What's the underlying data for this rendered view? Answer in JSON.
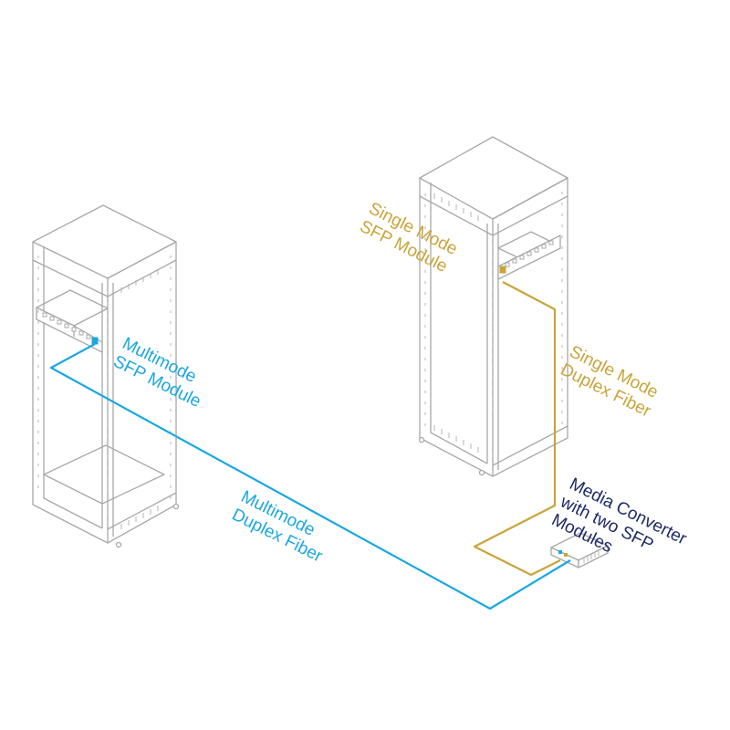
{
  "colors": {
    "multimode": "#1aa7e0",
    "singlemode": "#c9a43a",
    "converter": "#1e2a66",
    "rack": "#a8a8a8"
  },
  "labels": {
    "multimode_sfp": "Multimode\nSFP Module",
    "singlemode_sfp": "Single Mode\nSFP Module",
    "multimode_fiber": "Multimode\nDuplex Fiber",
    "singlemode_fiber": "Single Mode\nDuplex Fiber",
    "media_converter": "Media Converter\nwith two SFP\nModules"
  }
}
